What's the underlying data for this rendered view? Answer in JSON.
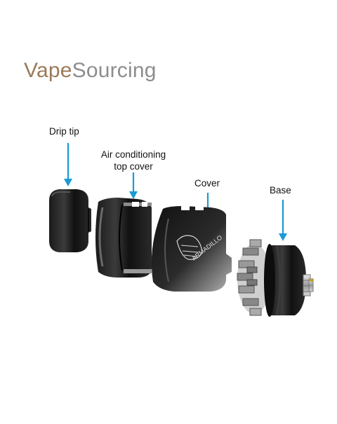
{
  "logo": {
    "part1": "Vape",
    "part2": "Sourcing"
  },
  "labels": {
    "drip_tip": "Drip tip",
    "air_cover_line1": "Air conditioning",
    "air_cover_line2": "top cover",
    "cover": "Cover",
    "base": "Base"
  },
  "engraving": "ARMADILLO",
  "colors": {
    "arrow": "#1a9ad6",
    "logo_vape": "#9b7a58",
    "logo_sourcing": "#8d8d8d"
  }
}
